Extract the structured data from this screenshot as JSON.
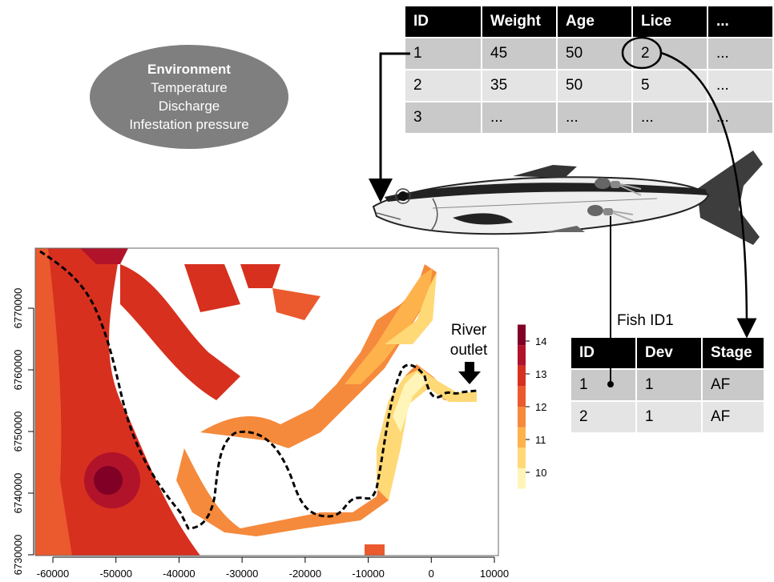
{
  "environment": {
    "title": "Environment",
    "items": [
      "Temperature",
      "Discharge",
      "Infestation pressure"
    ]
  },
  "fish_table": {
    "headers": [
      "ID",
      "Weight",
      "Age",
      "Lice",
      "..."
    ],
    "rows": [
      [
        "1",
        "45",
        "50",
        "2",
        "..."
      ],
      [
        "2",
        "35",
        "50",
        "5",
        "..."
      ],
      [
        "3",
        "...",
        "...",
        "...",
        "..."
      ]
    ]
  },
  "lice_table": {
    "caption": "Fish ID1",
    "headers": [
      "ID",
      "Dev",
      "Stage"
    ],
    "rows": [
      [
        "1",
        "1",
        "AF"
      ],
      [
        "2",
        "1",
        "AF"
      ]
    ]
  },
  "map": {
    "annotation": "River outlet",
    "x_ticks": [
      -60000,
      -50000,
      -40000,
      -30000,
      -20000,
      -10000,
      0,
      10000
    ],
    "y_ticks": [
      6730000,
      6740000,
      6750000,
      6760000,
      6770000
    ],
    "colorbar_ticks": [
      10,
      11,
      12,
      13,
      14
    ],
    "colors": [
      "#fff5b8",
      "#fed976",
      "#feb24c",
      "#f58a3c",
      "#ea5a2e",
      "#d7301f",
      "#b0132a",
      "#800026"
    ]
  }
}
